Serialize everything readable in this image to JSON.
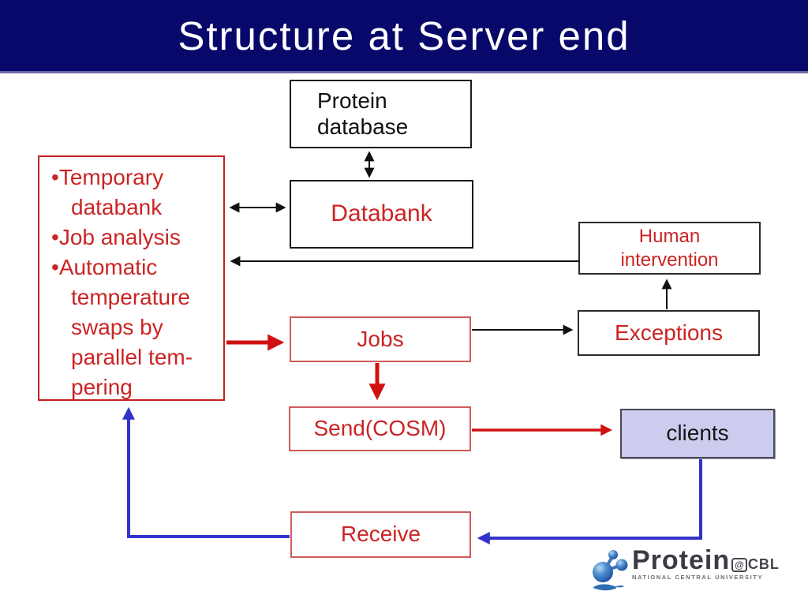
{
  "title": "Structure at Server end",
  "nodes": {
    "protein_db": "Protein\ndatabase",
    "databank": "Databank",
    "human": "Human\nintervention",
    "exceptions": "Exceptions",
    "jobs": "Jobs",
    "send": "Send(COSM)",
    "clients": "clients",
    "receive": "Receive"
  },
  "notes": {
    "bullet": "•",
    "items": [
      "Temporary databank",
      "Job analysis",
      "Automatic temperature swaps by parallel tem-pering"
    ]
  },
  "logo": {
    "brand": "Protein",
    "subtitle": "NATIONAL CENTRAL UNIVERSITY",
    "at": "@",
    "cbl": "CBL",
    "icon": "molecule-icon"
  },
  "colors": {
    "header_navy": "#08086b",
    "header_underline": "#6c6ca6",
    "red_text": "#cb2424",
    "red_arrow": "#d01010",
    "blue_arrow": "#3333cb",
    "black_line": "#111111",
    "clients_fill": "#ccccee"
  }
}
